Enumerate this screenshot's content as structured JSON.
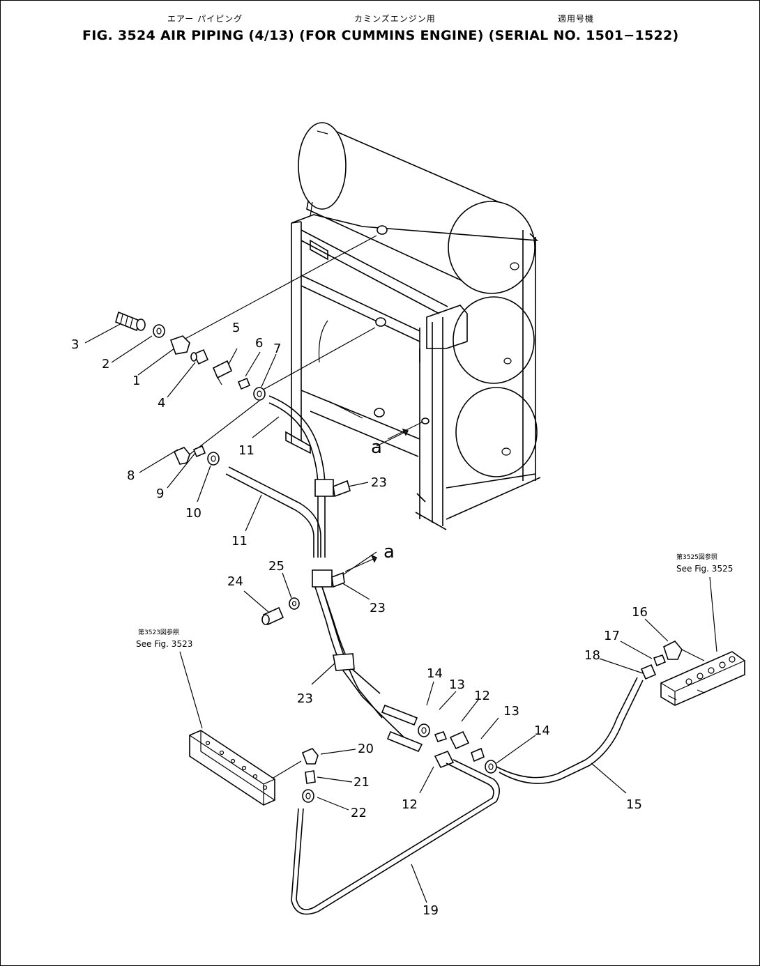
{
  "header": {
    "jp_1": "エアー パイピング",
    "jp_2": "カミンズエンジン用",
    "jp_3": "適用号機",
    "title": "FIG. 3524  AIR PIPING (4/13) (FOR CUMMINS ENGINE) (SERIAL NO. 1501−1522)"
  },
  "references": {
    "left": {
      "jp": "第3523図参照",
      "text": "See Fig. 3523"
    },
    "right": {
      "jp": "第3525図参照",
      "text": "See Fig. 3525"
    }
  },
  "view_markers": {
    "a1": "a",
    "a2": "a"
  },
  "callouts": {
    "c1": "1",
    "c2": "2",
    "c3": "3",
    "c4": "4",
    "c5": "5",
    "c6": "6",
    "c7": "7",
    "c8": "8",
    "c9": "9",
    "c10": "10",
    "c11a": "11",
    "c11b": "11",
    "c12a": "12",
    "c12b": "12",
    "c13a": "13",
    "c13b": "13",
    "c14a": "14",
    "c14b": "14",
    "c15": "15",
    "c16": "16",
    "c17": "17",
    "c18": "18",
    "c19": "19",
    "c20": "20",
    "c21": "21",
    "c22": "22",
    "c23a": "23",
    "c23b": "23",
    "c23c": "23",
    "c24": "24",
    "c25": "25"
  }
}
